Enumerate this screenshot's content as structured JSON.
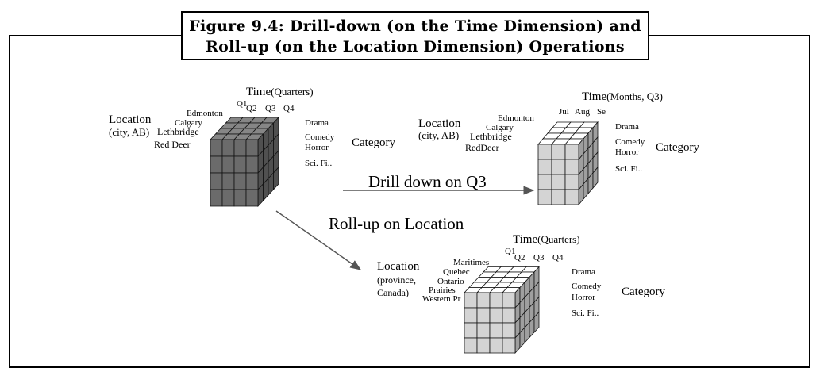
{
  "figure": {
    "caption_line1": "Figure 9.4: Drill-down (on the Time Dimension) and",
    "caption_line2": "Roll-up (on the Location Dimension) Operations"
  },
  "cube_source": {
    "time_label": "Time",
    "time_sub": "(Quarters)",
    "time_members": [
      "Q1",
      "Q2",
      "Q3",
      "Q4"
    ],
    "location_label": "Location",
    "location_sub": "(city, AB)",
    "location_members": [
      "Edmonton",
      "Calgary",
      "Lethbridge",
      "Red Deer"
    ],
    "category_label": "Category",
    "category_members": [
      "Drama",
      "Comedy",
      "Horror",
      "Sci. Fi.."
    ],
    "fill_color": "#6b6b6b"
  },
  "cube_drill": {
    "time_label": "Time",
    "time_sub": "(Months, Q3)",
    "time_members": [
      "Jul",
      "Aug",
      "Se"
    ],
    "location_label": "Location",
    "location_sub": "(city, AB)",
    "location_members": [
      "Edmonton",
      "Calgary",
      "Lethbridge",
      "RedDeer"
    ],
    "category_label": "Category",
    "category_members": [
      "Drama",
      "Comedy",
      "Horror",
      "Sci. Fi.."
    ],
    "fill_color": "#d4d4d4"
  },
  "cube_rollup": {
    "time_label": "Time",
    "time_sub": "(Quarters)",
    "time_members": [
      "Q1",
      "Q2",
      "Q3",
      "Q4"
    ],
    "location_label": "Location",
    "location_sub": "(province,",
    "location_sub2": "Canada)",
    "location_members": [
      "Maritimes",
      "Quebec",
      "Ontario",
      "Prairies",
      "Western Pr"
    ],
    "category_label": "Category",
    "category_members": [
      "Drama",
      "Comedy",
      "Horror",
      "Sci. Fi.."
    ],
    "fill_color": "#d4d4d4"
  },
  "operations": {
    "drill_down": "Drill down on Q3",
    "roll_up": "Roll-up on Location"
  }
}
